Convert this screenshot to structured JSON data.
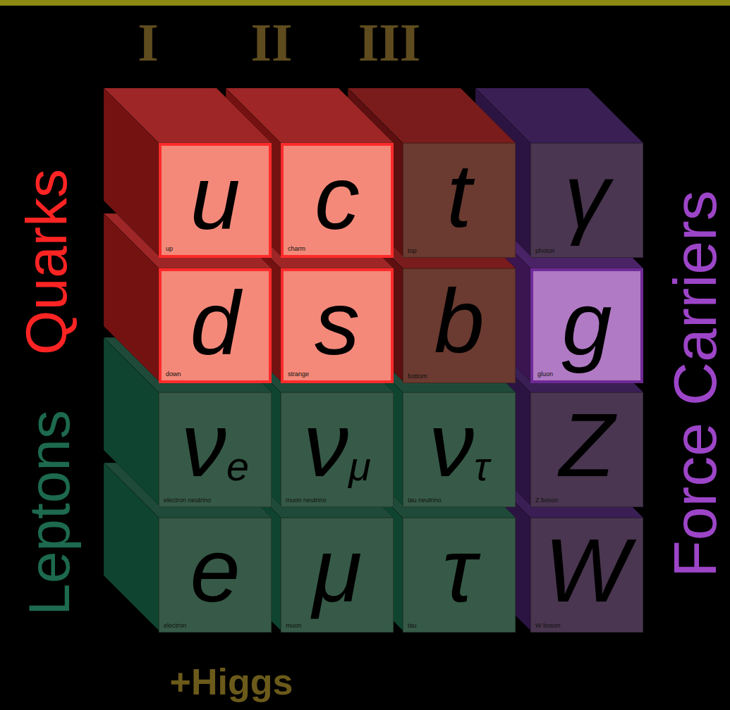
{
  "diagram": {
    "nodes": [
      {
        "text": [
          "u",
          "up"
        ]
      },
      {
        "text": [
          "c",
          "charm"
        ]
      },
      {
        "text": [
          "t",
          "top"
        ]
      },
      {
        "text": [
          "γ",
          "photon"
        ]
      },
      {
        "text": [
          "d",
          "down"
        ]
      },
      {
        "text": [
          "s",
          "strange"
        ]
      },
      {
        "text": [
          "b",
          "bottom"
        ]
      },
      {
        "text": [
          "g",
          "gluon"
        ]
      },
      {
        "text": [
          "νe",
          "electron neutrino"
        ]
      },
      {
        "text": [
          "νμ",
          "muon neutrino"
        ]
      },
      {
        "text": [
          "ντ",
          "tau neutrino"
        ]
      },
      {
        "text": [
          "Z",
          "Z boson"
        ]
      },
      {
        "text": [
          "e",
          "electron"
        ]
      },
      {
        "text": [
          "μ",
          "muon"
        ]
      },
      {
        "text": [
          "τ",
          "tau"
        ]
      },
      {
        "text": [
          "W",
          "W boson"
        ]
      }
    ],
    "labels": [
      "I",
      "II",
      "III",
      "Quarks",
      "Leptons",
      "Force Carriers",
      "+Higgs"
    ]
  }
}
